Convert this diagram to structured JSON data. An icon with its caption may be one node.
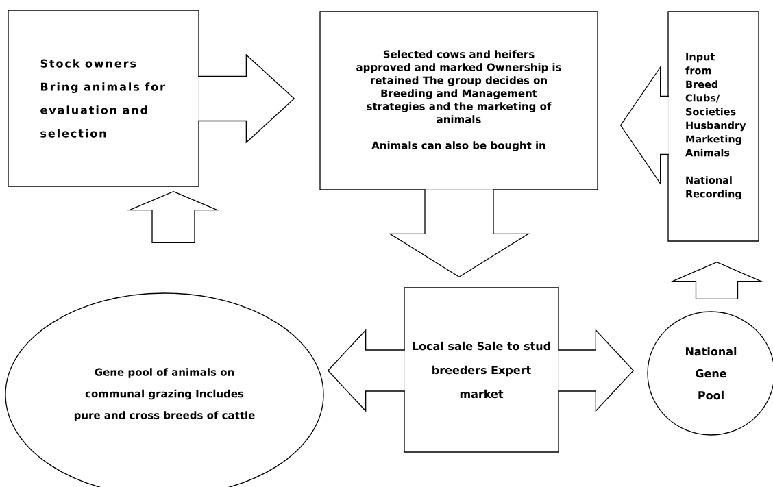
{
  "diagram": {
    "nodes": [
      {
        "text": [
          "Stock owners Bring animals for evaluation and selection"
        ]
      },
      {
        "text": [
          "Selected cows and heifers approved and marked Ownership is retained The group decides on Breeding and Management strategies and the marketing of animals",
          "Animals can also be bought in"
        ]
      },
      {
        "text": [
          "Input from Breed Clubs/ Societies Husbandry Marketing Animals",
          "National Recording"
        ]
      },
      {
        "text": [
          "Gene pool of animals on communal grazing Includes pure and cross breeds of cattle"
        ]
      },
      {
        "text": [
          "Local sale Sale to stud breeders Expert market"
        ]
      },
      {
        "text": [
          "National Gene Pool"
        ]
      }
    ],
    "edges": [
      {
        "from": 0,
        "to": 1,
        "arrow": "to"
      },
      {
        "from": 3,
        "to": 0,
        "arrow": "to"
      },
      {
        "from": 1,
        "to": 4,
        "arrow": "to"
      },
      {
        "from": 2,
        "to": 1,
        "arrow": "to"
      },
      {
        "from": 5,
        "to": 2,
        "arrow": "to"
      },
      {
        "from": 4,
        "to": 3,
        "arrow": "to"
      },
      {
        "from": 4,
        "to": 5,
        "arrow": "to"
      }
    ]
  }
}
